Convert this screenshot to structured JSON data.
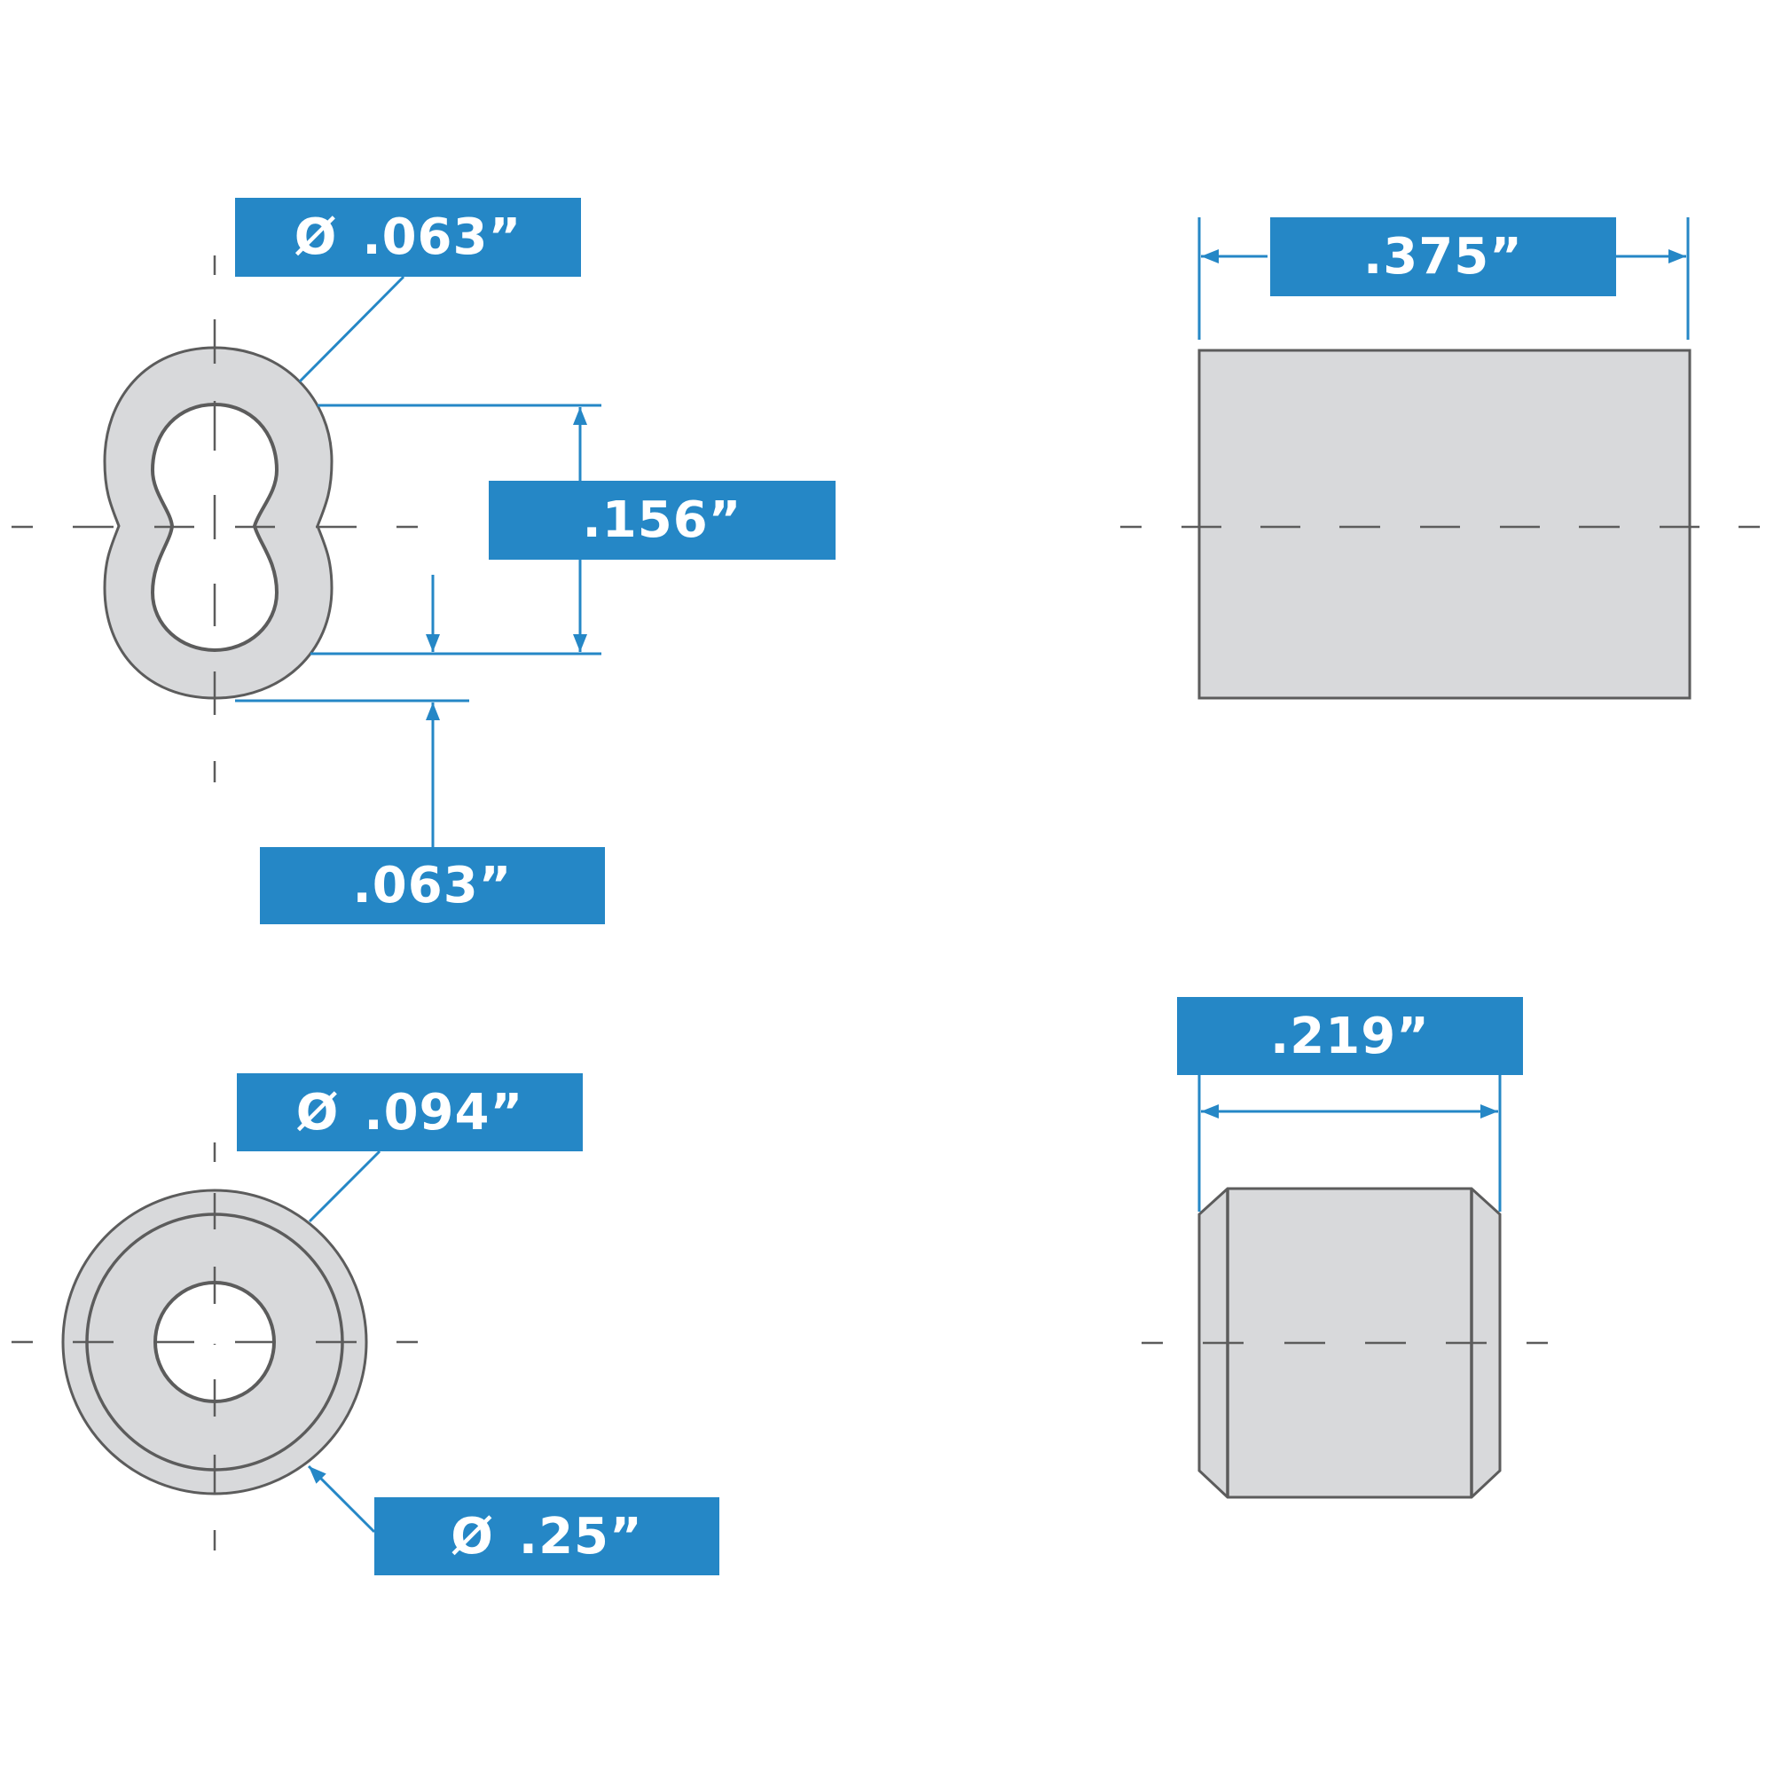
{
  "colors": {
    "accent_blue": "#2587C6",
    "part_fill": "#D8D9DB",
    "outline": "#5C5C5C",
    "background": "#FFFFFF"
  },
  "views": {
    "top_left": {
      "description": "End view of oval (figure-8) sleeve",
      "labels": {
        "outer_diameter": {
          "symbol": "Ø",
          "value": ".063”"
        },
        "height": {
          "value": ".156”"
        },
        "wall": {
          "value": ".063”"
        }
      }
    },
    "top_right": {
      "description": "Side view of oval sleeve",
      "labels": {
        "length": {
          "value": ".375”"
        }
      }
    },
    "bottom_left": {
      "description": "End view of round stop sleeve",
      "labels": {
        "inner_diameter": {
          "symbol": "Ø",
          "value": ".094”"
        },
        "outer_diameter": {
          "symbol": "Ø",
          "value": ".25”"
        }
      }
    },
    "bottom_right": {
      "description": "Side view of round stop sleeve",
      "labels": {
        "length": {
          "value": ".219”"
        }
      }
    }
  }
}
